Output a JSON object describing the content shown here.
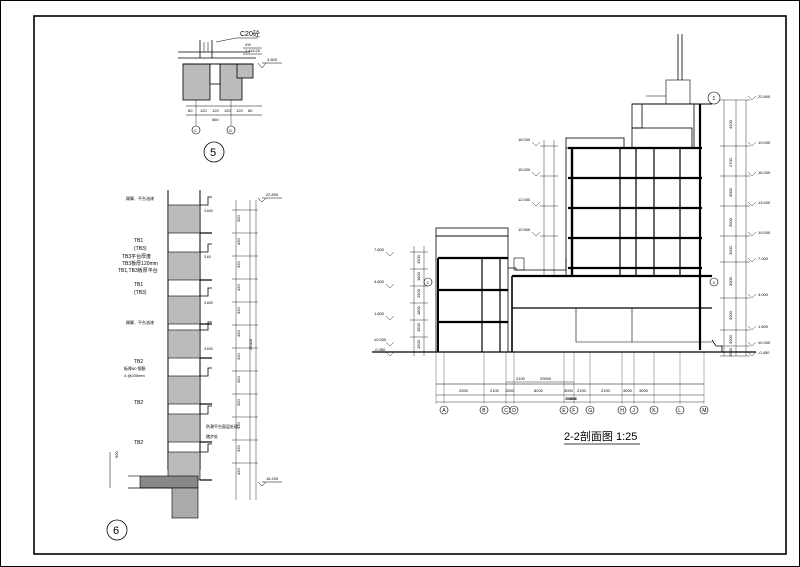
{
  "drawing": {
    "detail5": {
      "number": "5",
      "top_label": "C20砼",
      "side_labels": [
        "4%",
        "1.44C20",
        "4.600"
      ],
      "dims": [
        "60",
        "120",
        "120",
        "120",
        "120",
        "60"
      ],
      "total_dim": "560",
      "axes": [
        "C",
        "D"
      ]
    },
    "detail6": {
      "number": "6",
      "wall_notes": [
        "踢脚、平台油漆",
        "踢脚、平台油漆",
        "防潮平台面层处理"
      ],
      "beam_notes": [
        "TB1",
        "(TB3)",
        "TB3平台厚度",
        "TB3板厚120mm",
        "TB1,TB3板厚平台",
        "TB1",
        "(TB3)",
        "TB2",
        "板厚80 钢筋",
        "4 @200mm",
        "TB2",
        "TB2",
        "踏步处"
      ],
      "right_levels": [
        "22.800",
        "16.200"
      ],
      "side_ticks": [
        "3.600",
        "3.60",
        "3.600",
        "3.600"
      ],
      "rail_dims": [
        "320",
        "420",
        "320",
        "420",
        "320",
        "420",
        "320",
        "420",
        "320",
        "420",
        "320",
        "420"
      ],
      "vertical_total": "26400",
      "left_dim": "600"
    },
    "section22": {
      "title": "2-2剖面图 1:25",
      "left_levels": [
        "7.600",
        "4.600",
        "1.600",
        "±0.000",
        "-0.450"
      ],
      "mid_levels": [
        "18.000",
        "15.000",
        "12.000",
        "10.500"
      ],
      "right_levels": [
        "22.800",
        "19.000",
        "16.000",
        "13.000",
        "10.000",
        "7.000",
        "4.000",
        "1.500",
        "±0.000",
        "-0.450"
      ],
      "left_dims": [
        "1500",
        "1800",
        "1500",
        "1800",
        "1500",
        "1500"
      ],
      "right_dims": [
        "4200",
        "2700",
        "3000",
        "3000",
        "3000",
        "3000",
        "3000",
        "3000",
        "1500"
      ],
      "bottom_dims": [
        "2200",
        "2100",
        "1500",
        "8200",
        "3000",
        "2100",
        "2100",
        "3000",
        "3000"
      ],
      "bottom_labels": [
        "2100",
        "20000",
        "29600"
      ],
      "total": "29600",
      "axes": [
        "A",
        "B",
        "C",
        "D",
        "E",
        "F",
        "G",
        "H",
        "J",
        "K",
        "L",
        "M"
      ],
      "circle_labels": [
        "2",
        "3",
        "1"
      ]
    }
  }
}
